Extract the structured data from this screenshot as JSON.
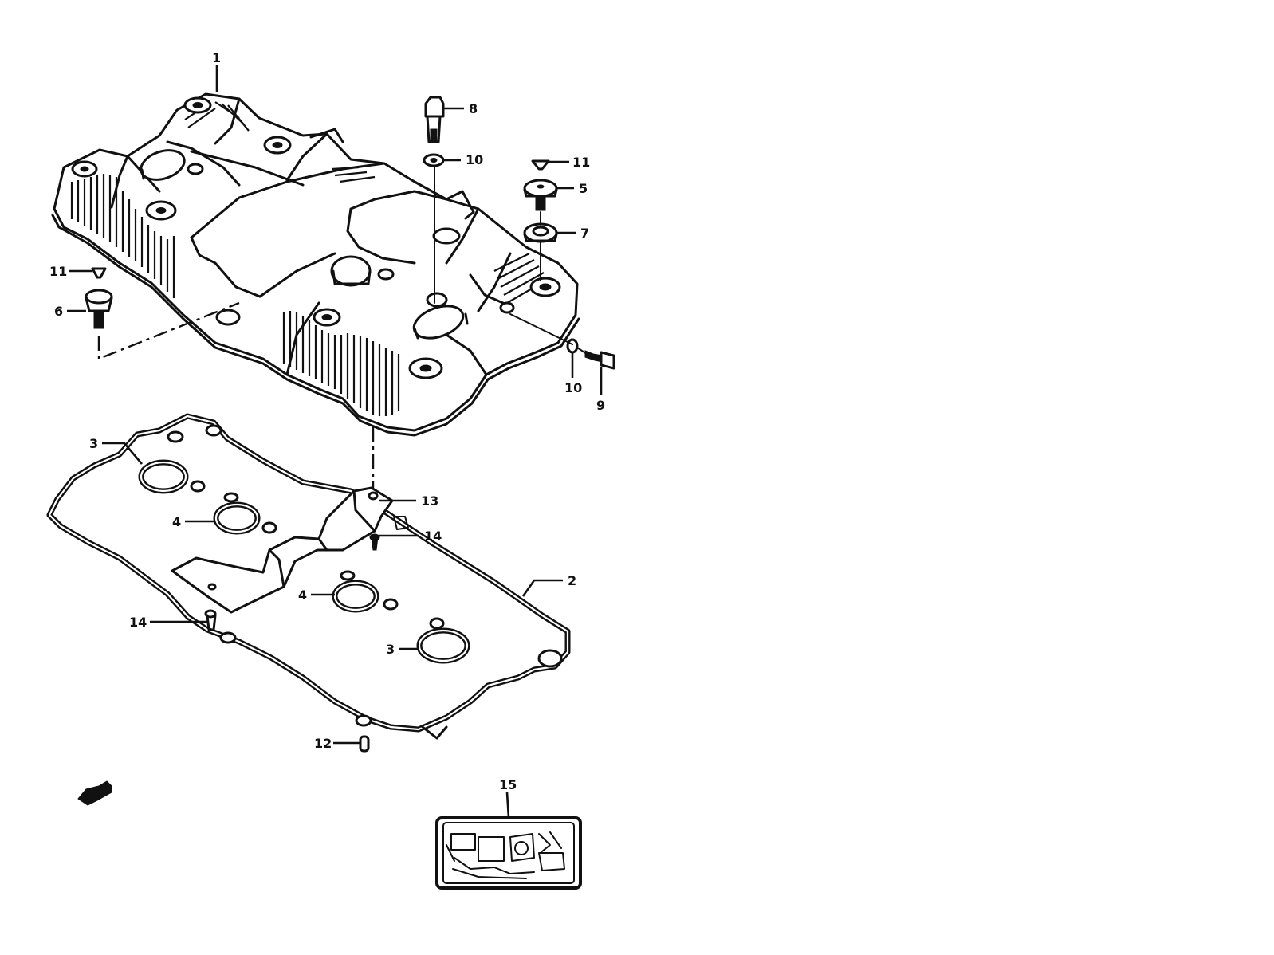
{
  "diagram": {
    "part_numbers": [
      "1",
      "2",
      "3",
      "3",
      "4",
      "4",
      "5",
      "6",
      "7",
      "8",
      "9",
      "10",
      "10",
      "11",
      "11",
      "12",
      "13",
      "14",
      "14",
      "15"
    ],
    "callouts": [
      {
        "id": "c1",
        "text": "1"
      },
      {
        "id": "c8",
        "text": "8"
      },
      {
        "id": "c10a",
        "text": "10"
      },
      {
        "id": "c11a",
        "text": "11"
      },
      {
        "id": "c5",
        "text": "5"
      },
      {
        "id": "c7",
        "text": "7"
      },
      {
        "id": "c11b",
        "text": "11"
      },
      {
        "id": "c6",
        "text": "6"
      },
      {
        "id": "c10b",
        "text": "10"
      },
      {
        "id": "c9",
        "text": "9"
      },
      {
        "id": "c3a",
        "text": "3"
      },
      {
        "id": "c4a",
        "text": "4"
      },
      {
        "id": "c13",
        "text": "13"
      },
      {
        "id": "c14a",
        "text": "14"
      },
      {
        "id": "c2",
        "text": "2"
      },
      {
        "id": "c4b",
        "text": "4"
      },
      {
        "id": "c14b",
        "text": "14"
      },
      {
        "id": "c3b",
        "text": "3"
      },
      {
        "id": "c12",
        "text": "12"
      },
      {
        "id": "c15",
        "text": "15"
      }
    ],
    "colors": {
      "ink": "#111111",
      "paper": "#ffffff"
    }
  }
}
